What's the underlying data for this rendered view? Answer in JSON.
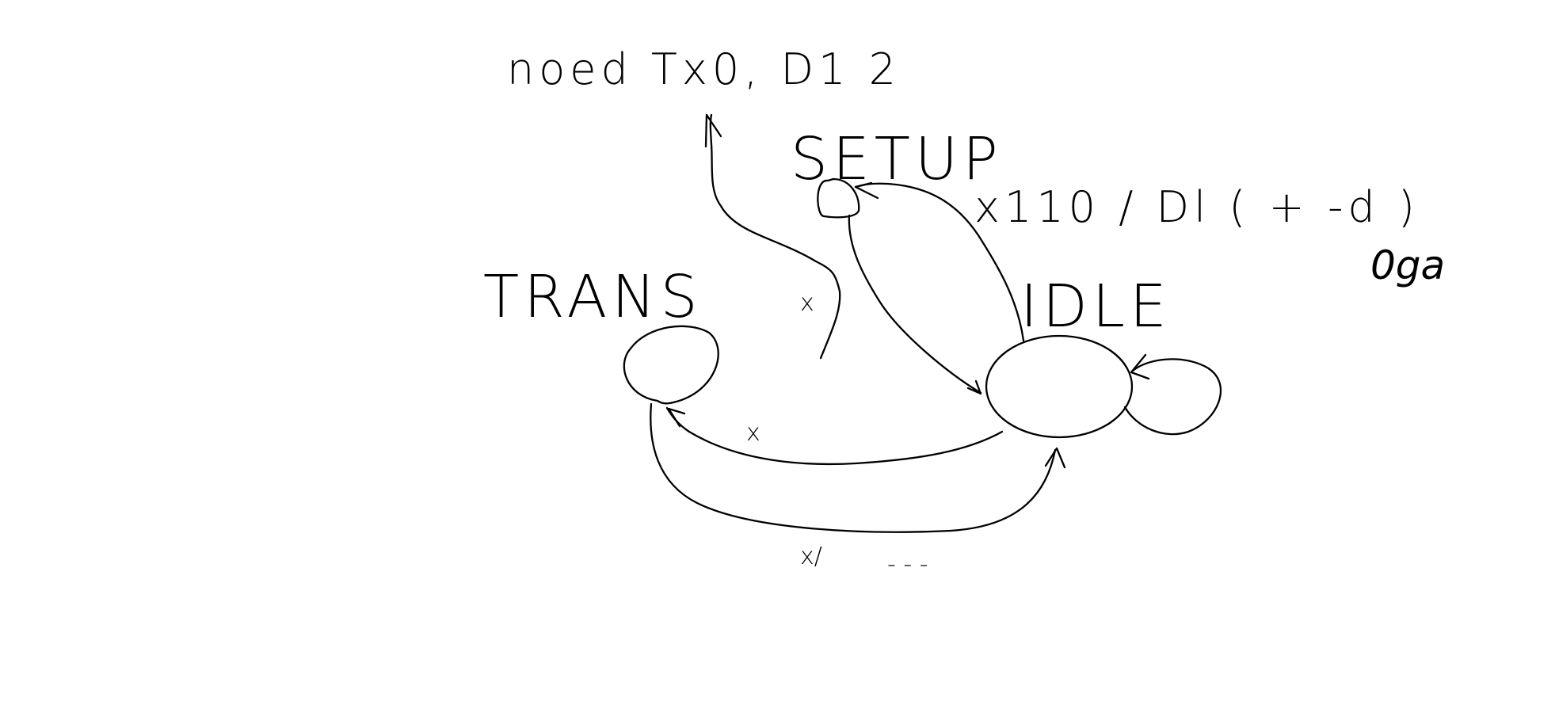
{
  "diagram": {
    "states": [
      {
        "id": "setup",
        "label": "SETUP"
      },
      {
        "id": "idle",
        "label": "IDLE"
      },
      {
        "id": "trans",
        "label": "TRANS"
      }
    ],
    "annotations": {
      "top_note": "noed Tx0, D1 2",
      "right_note": "x110 / Dl ( + -d )",
      "right_scribble": "0ga",
      "label_setup_to_trans": "x",
      "label_idle_to_trans": "x",
      "label_trans_to_idle": "x/",
      "label_trans_to_idle_tail": "- - -"
    },
    "ink_color": "#000000"
  }
}
